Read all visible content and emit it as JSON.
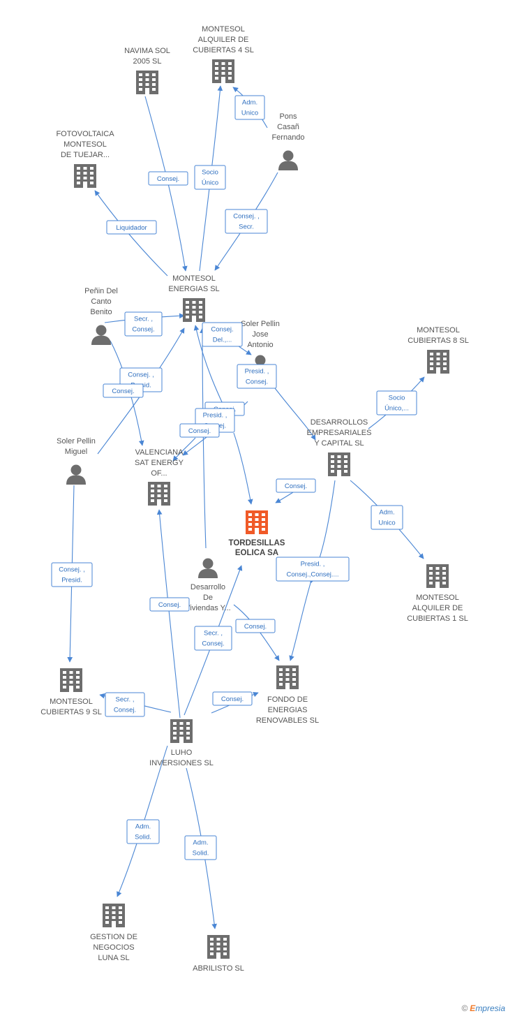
{
  "colors": {
    "edge": "#4a86d4",
    "entity": "#6d6d6d",
    "focus": "#f05a28",
    "label": "#555555",
    "relation_text": "#2f6fbf"
  },
  "footer": {
    "copyright_symbol": "©",
    "brand_initial": "E",
    "brand_rest": "mpresia"
  },
  "nodes": [
    {
      "id": "navima",
      "type": "company",
      "label": [
        "NAVIMA SOL",
        "2005  SL"
      ]
    },
    {
      "id": "alquiler4",
      "type": "company",
      "label": [
        "MONTESOL",
        "ALQUILER DE",
        "CUBIERTAS 4 SL"
      ]
    },
    {
      "id": "pons",
      "type": "person",
      "label": [
        "Pons",
        "Casañ",
        "Fernando"
      ]
    },
    {
      "id": "fotovoltaica",
      "type": "company",
      "label": [
        "FOTOVOLTAICA",
        "MONTESOL",
        "DE TUEJAR..."
      ]
    },
    {
      "id": "energias",
      "type": "company",
      "label": [
        "MONTESOL",
        "ENERGIAS  SL"
      ]
    },
    {
      "id": "penin",
      "type": "person",
      "label": [
        "Peñin Del",
        "Canto",
        "Benito"
      ]
    },
    {
      "id": "jose",
      "type": "person",
      "label": [
        "Soler Pellin",
        "Jose",
        "Antonio"
      ]
    },
    {
      "id": "cubiertas8",
      "type": "company",
      "label": [
        "MONTESOL",
        "CUBIERTAS 8 SL"
      ]
    },
    {
      "id": "miguel",
      "type": "person",
      "label": [
        "Soler Pellin",
        "Miguel"
      ]
    },
    {
      "id": "valenciana",
      "type": "company",
      "label": [
        "VALENCIANA",
        "SAT ENERGY",
        "OF..."
      ]
    },
    {
      "id": "desarrollos",
      "type": "company",
      "label": [
        "DESARROLLOS",
        "EMPRESARIALES",
        "Y CAPITAL SL"
      ]
    },
    {
      "id": "tordesillas",
      "type": "focus",
      "label": [
        "TORDESILLAS",
        "EOLICA SA"
      ]
    },
    {
      "id": "alquiler1",
      "type": "company",
      "label": [
        "MONTESOL",
        "ALQUILER DE",
        "CUBIERTAS 1 SL"
      ]
    },
    {
      "id": "desviviendas",
      "type": "person",
      "label": [
        "Desarrollo",
        "De",
        "Viviendas Y..."
      ]
    },
    {
      "id": "cubiertas9",
      "type": "company",
      "label": [
        "MONTESOL",
        "CUBIERTAS 9 SL"
      ]
    },
    {
      "id": "fondo",
      "type": "company",
      "label": [
        "FONDO DE",
        "ENERGIAS",
        "RENOVABLES SL"
      ]
    },
    {
      "id": "luho",
      "type": "company",
      "label": [
        "LUHO",
        "INVERSIONES SL"
      ]
    },
    {
      "id": "gestion",
      "type": "company",
      "label": [
        "GESTION DE",
        "NEGOCIOS",
        "LUNA SL"
      ]
    },
    {
      "id": "abrilisto",
      "type": "company",
      "label": [
        "ABRILISTO SL"
      ]
    }
  ],
  "relations": [
    {
      "label": [
        "Consej."
      ]
    },
    {
      "label": [
        "Socio",
        "Único"
      ]
    },
    {
      "label": [
        "Adm.",
        "Unico"
      ]
    },
    {
      "label": [
        "Consej. ,",
        "Secr."
      ]
    },
    {
      "label": [
        "Liquidador"
      ]
    },
    {
      "label": [
        "Secr. ,",
        "Consej."
      ]
    },
    {
      "label": [
        "Consej.",
        "Del.,..."
      ]
    },
    {
      "label": [
        "Consej. ,",
        "Presid."
      ]
    },
    {
      "label": [
        "Consej."
      ]
    },
    {
      "label": [
        "Presid. ,",
        "Consej."
      ]
    },
    {
      "label": [
        "Consej."
      ]
    },
    {
      "label": [
        "Presid. ,",
        "Consej."
      ]
    },
    {
      "label": [
        "Consej."
      ]
    },
    {
      "label": [
        "Socio",
        "Único,..."
      ]
    },
    {
      "label": [
        "Consej."
      ]
    },
    {
      "label": [
        "Adm.",
        "Unico"
      ]
    },
    {
      "label": [
        "Presid. ,",
        "Consej.,Consej...."
      ]
    },
    {
      "label": [
        "Consej. ,",
        "Presid."
      ]
    },
    {
      "label": [
        "Consej."
      ]
    },
    {
      "label": [
        "Secr. ,",
        "Consej."
      ]
    },
    {
      "label": [
        "Consej."
      ]
    },
    {
      "label": [
        "Secr. ,",
        "Consej."
      ]
    },
    {
      "label": [
        "Consej."
      ]
    },
    {
      "label": [
        "Adm.",
        "Solid."
      ]
    },
    {
      "label": [
        "Adm.",
        "Solid."
      ]
    }
  ]
}
